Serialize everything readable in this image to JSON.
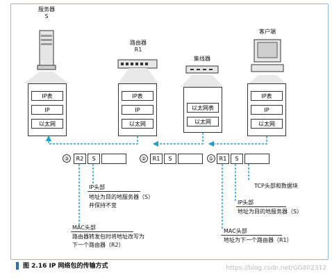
{
  "devices": {
    "server": {
      "name": "服务器",
      "label": "S"
    },
    "router": {
      "name": "路由器",
      "label": "R1"
    },
    "hub": {
      "name": "集线器"
    },
    "client": {
      "name": "客户端"
    }
  },
  "stacks": {
    "server": [
      "IP表",
      "IP",
      "以太网"
    ],
    "router": [
      "IP表",
      "IP",
      "以太网"
    ],
    "hub": [
      "以太网表",
      "以太网"
    ],
    "client": [
      "IP表",
      "IP",
      "以太网"
    ]
  },
  "packets": [
    {
      "num": "③",
      "a": "R2",
      "b": "S"
    },
    {
      "num": "②",
      "a": "R1",
      "b": "S"
    },
    {
      "num": "①",
      "a": "R1",
      "b": "S"
    }
  ],
  "notes": {
    "tcp": "TCP头部和数据块",
    "ip1_title": "IP头部",
    "ip1_desc": "地址为目的地服务器（S）",
    "mac1_title": "MAC头部",
    "mac1_desc": "地址为下一个路由器（R1）",
    "ip3_title": "IP头部",
    "ip3_desc1": "地址为目的地服务器（S）",
    "ip3_desc2": "并保持不变",
    "mac3_title": "MAC头部",
    "mac3_desc1": "路由器转发包时将地址改写为",
    "mac3_desc2": "下一个路由器（R2）"
  },
  "caption": "图 2.16   IP 网络包的传输方式",
  "watermark": "https://blog.csdn.net/GG802312",
  "colors": {
    "arrow": "#1aa0d6",
    "frame": "#8fb7d9",
    "caption_bar": "#2b6cb0"
  }
}
